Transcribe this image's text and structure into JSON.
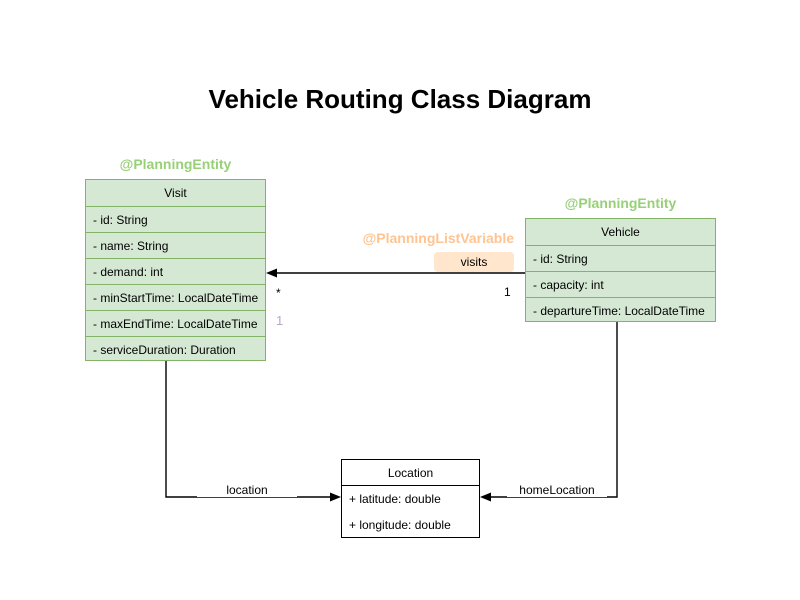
{
  "title": "Vehicle Routing Class Diagram",
  "classes": {
    "visit": {
      "annotation": "@PlanningEntity",
      "name": "Visit",
      "attributes": [
        "- id: String",
        "- name: String",
        "- demand: int",
        "- minStartTime: LocalDateTime",
        "- maxEndTime: LocalDateTime",
        "- serviceDuration: Duration"
      ]
    },
    "vehicle": {
      "annotation": "@PlanningEntity",
      "name": "Vehicle",
      "attributes": [
        "- id: String",
        "- capacity: int",
        "- departureTime: LocalDateTime"
      ]
    },
    "location": {
      "name": "Location",
      "attributes": [
        "+ latitude: double",
        "+ longitude: double"
      ]
    }
  },
  "relations": {
    "visits": {
      "annotation": "@PlanningListVariable",
      "label": "visits",
      "multiplicity_target": "*",
      "multiplicity_source": "1",
      "extra_multiplicity": "1"
    },
    "location": {
      "label": "location"
    },
    "home_location": {
      "label": "homeLocation"
    }
  },
  "colors": {
    "entity_fill": "#d5e8d4",
    "entity_border": "#82b366",
    "entity_annotation_text": "#97d077",
    "list_variable_annotation_text": "#ffc48f",
    "visits_label_fill": "#ffe6cc",
    "plain_class_border": "#000000",
    "extra_multiplicity_text": "#b9a6cd",
    "connector": "#000000"
  }
}
